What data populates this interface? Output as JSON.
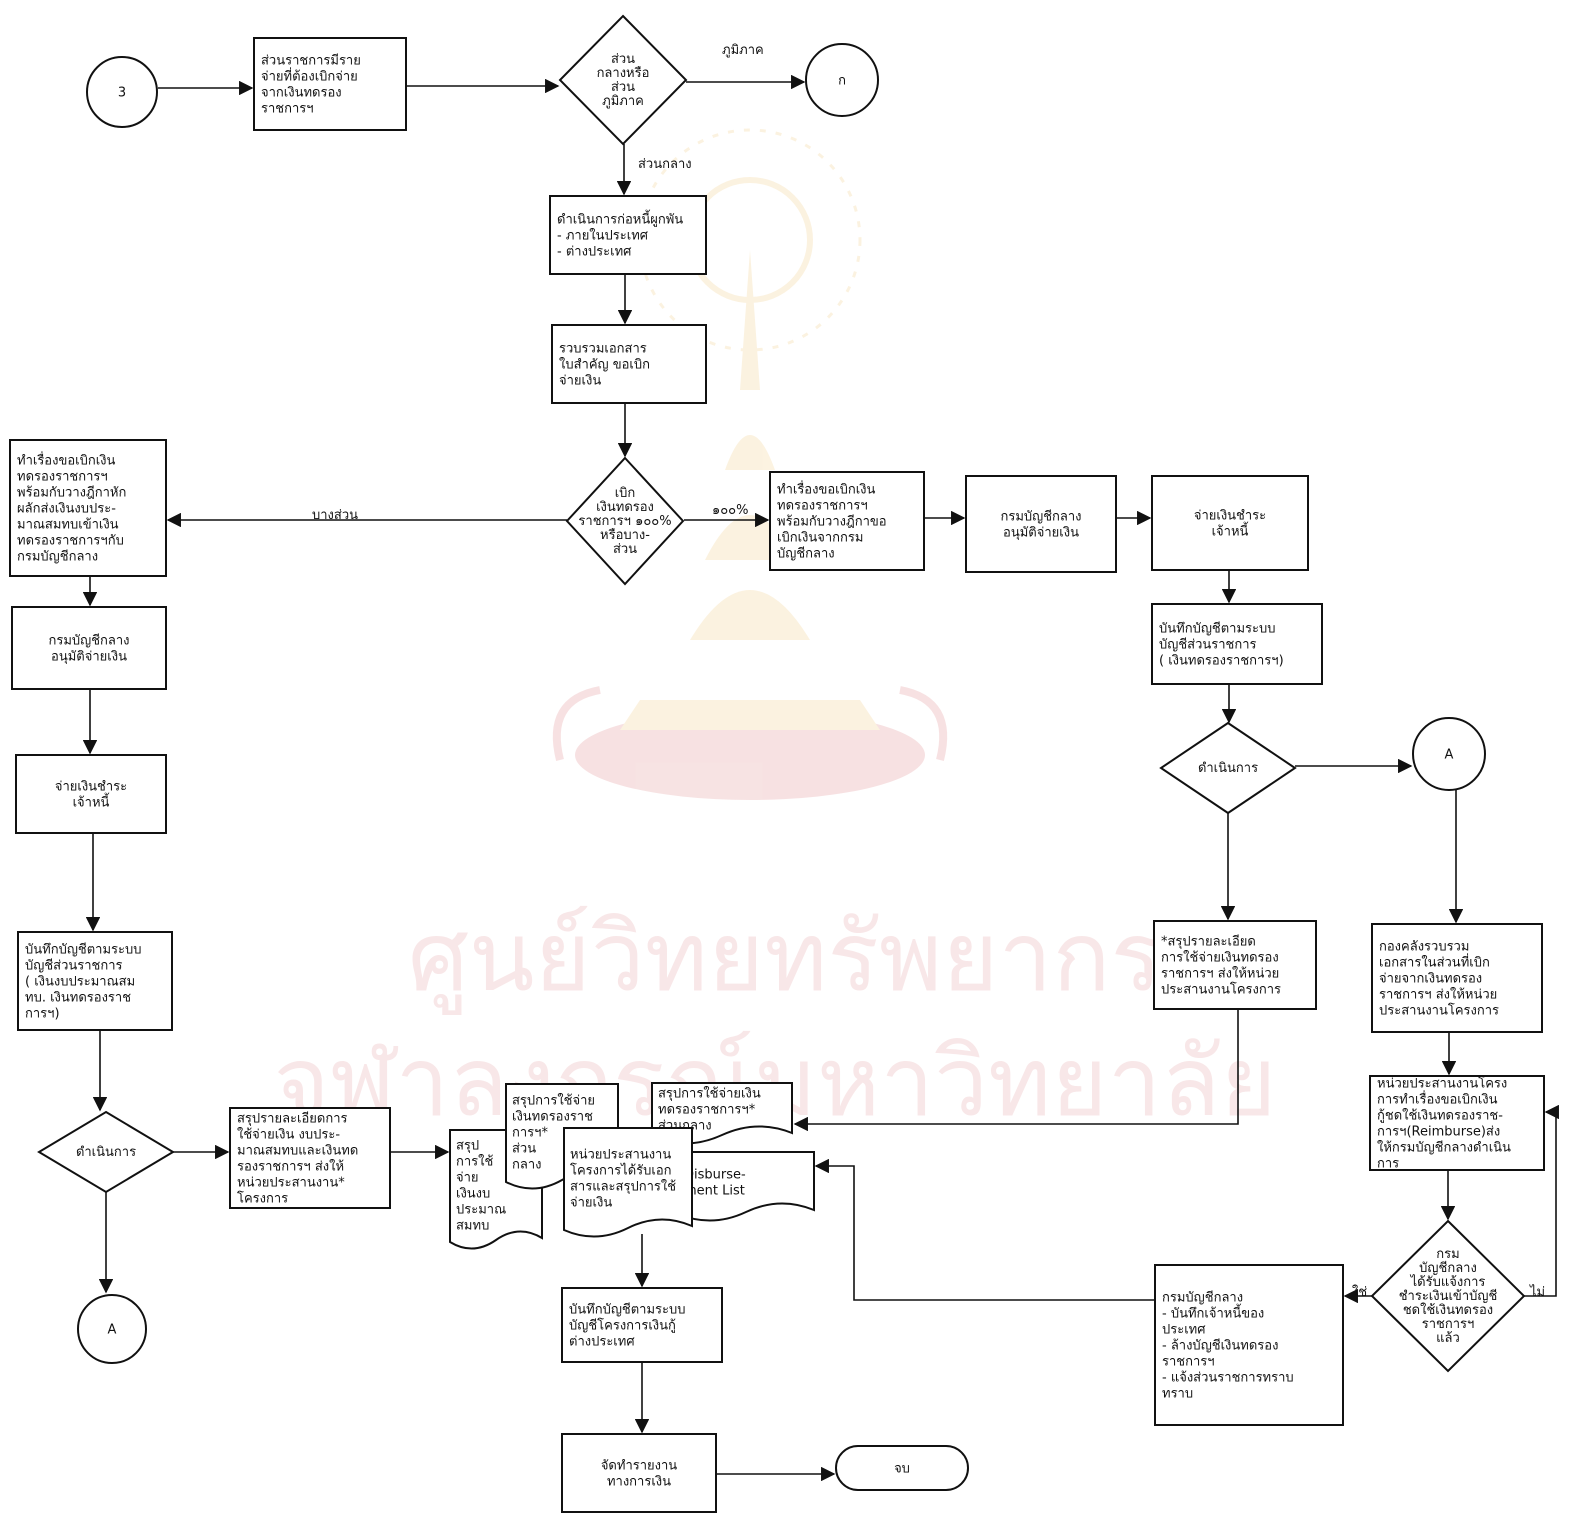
{
  "colors": {
    "ink": "#111111",
    "watermark": "#c4232a"
  },
  "watermark": {
    "line1": "ศูนย์วิทยทรัพยากร",
    "line2": "จุฬาลงกรณ์มหาวิทยาลัย"
  },
  "nodes": {
    "c3": [
      "3"
    ],
    "proc_start": [
      "ส่วนราชการมีราย",
      "จ่ายที่ต้องเบิกจ่าย",
      "จากเงินทดรอง",
      "ราชการฯ"
    ],
    "dec_region": [
      "ส่วน",
      "กลางหรือ",
      "ส่วน",
      "ภูมิภาค"
    ],
    "c_ko": [
      "ก"
    ],
    "proc_commit": [
      "ดำเนินการก่อหนี้ผูกพัน",
      "- ภายในประเทศ",
      "- ต่างประเทศ"
    ],
    "proc_collect": [
      "รวบรวมเอกสาร",
      "ใบสำคัญ ขอเบิก",
      "จ่ายเงิน"
    ],
    "dec_advance": [
      "เบิก",
      "เงินทดรอง",
      "ราชการฯ ๑๐๐%",
      "หรือบาง-",
      "ส่วน"
    ],
    "proc_req_full": [
      "ทำเรื่องขอเบิกเงิน",
      "ทดรองราชการฯ",
      "พร้อมกับวางฎีกาขอ",
      "เบิกเงินจากกรม",
      "บัญชีกลาง"
    ],
    "proc_approve_r": [
      "กรมบัญชีกลาง",
      "อนุมัติจ่ายเงิน"
    ],
    "proc_pay_r": [
      "จ่ายเงินชำระ",
      "เจ้าหนี้"
    ],
    "proc_record_r": [
      "บันทึกบัญชีตามระบบ",
      "บัญชีส่วนราชการ",
      "( เงินทดรองราชการฯ)"
    ],
    "dec_op_r": [
      "ดำเนินการ"
    ],
    "c_a_r": [
      "A"
    ],
    "proc_summary_r": [
      "*สรุปรายละเอียด",
      "การใช้จ่ายเงินทดรอง",
      "ราชการฯ ส่งให้หน่วย",
      "ประสานงานโครงการ"
    ],
    "proc_treasury": [
      "กองคลังรวบรวม",
      "เอกสารในส่วนที่เบิก",
      "จ่ายจากเงินทดรอง",
      "ราชการฯ ส่งให้หน่วย",
      "ประสานงานโครงการ"
    ],
    "proc_reimburse": [
      "หน่วยประสานงานโครง",
      "การทำเรื่องขอเบิกเงิน",
      "กู้ชดใช้เงินทดรองราช-",
      "การฯ(Reimburse)ส่ง",
      "ให้กรมบัญชีกลางดำเนิน",
      "การ"
    ],
    "dec_cgd": [
      "กรม",
      "บัญชีกลาง",
      "ได้รับแจ้งการ",
      "ชำระเงินเข้าบัญชี",
      "ชดใช้เงินทดรอง",
      "ราชการฯ",
      "แล้ว"
    ],
    "proc_cgd_actions": [
      "กรมบัญชีกลาง",
      "- บันทึกเจ้าหนี้ของ",
      "  ประเทศ",
      "- ล้างบัญชีเงินทดรอง",
      "  ราชการฯ",
      "- แจ้งส่วนราชการทราบ",
      "  ทราบ"
    ],
    "proc_req_partial": [
      "ทำเรื่องขอเบิกเงิน",
      "ทดรองราชการฯ",
      "พร้อมกับวางฎีกาหัก",
      "ผลักส่งเงินงบประ-",
      "มาณสมทบเข้าเงิน",
      "ทดรองราชการฯกับ",
      "กรมบัญชีกลาง"
    ],
    "proc_approve_l": [
      "กรมบัญชีกลาง",
      "อนุมัติจ่ายเงิน"
    ],
    "proc_pay_l": [
      "จ่ายเงินชำระ",
      "เจ้าหนี้"
    ],
    "proc_record_l": [
      "บันทึกบัญชีตามระบบ",
      "บัญชีส่วนราชการ",
      "( เงินงบประมาณสม",
      "ทบ. เงินทดรองราช",
      "การฯ)"
    ],
    "dec_op_l": [
      "ดำเนินการ"
    ],
    "c_a_l": [
      "A"
    ],
    "proc_summary_l": [
      "สรุปรายละเอียดการ",
      "ใช้จ่ายเงิน งบประ-",
      "มาณสมทบและเงินทด",
      "รองราชการฯ ส่งให้",
      "หน่วยประสานงาน*",
      "โครงการ"
    ],
    "doc1": [
      "สรุป",
      "การใช้",
      "จ่าย",
      "เงินงบ",
      "ประมาณ",
      "สมทบ"
    ],
    "doc2": [
      "สรุปการใช้จ่าย",
      "เงินทดรองราช",
      "การฯ*",
      "ส่วน",
      "กลาง"
    ],
    "doc3": [
      "สรุปการใช้จ่ายเงิน",
      "ทดรองราชการฯ*",
      "ส่วนกลาง"
    ],
    "doc_main": [
      "หน่วยประสานงาน",
      "โครงการได้รับเอก",
      "สารและสรุปการใช้",
      "จ่ายเงิน"
    ],
    "doc4": [
      "Disburse-",
      "ment List"
    ],
    "proc_record_proj": [
      "บันทึกบัญชีตามระบบ",
      "บัญชีโครงการเงินกู้",
      "ต่างประเทศ"
    ],
    "proc_report": [
      "จัดทำรายงาน",
      "ทางการเงิน"
    ],
    "term_end": [
      "จบ"
    ]
  },
  "edge_labels": {
    "regional": "ภูมิภาค",
    "central": "ส่วนกลาง",
    "partial": "บางส่วน",
    "full": "๑๐๐%",
    "yes": "ใช่",
    "no": "ไม่"
  }
}
